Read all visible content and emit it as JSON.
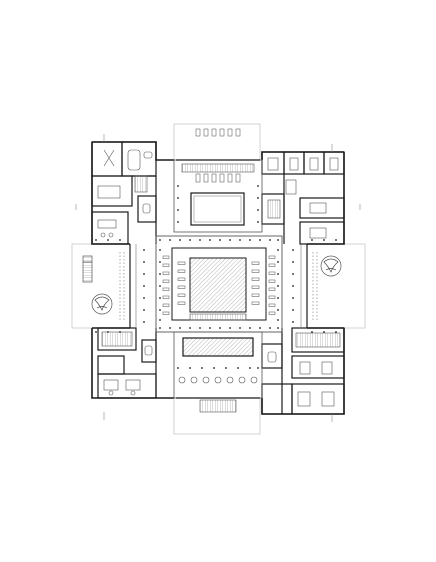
{
  "drawing": {
    "kind": "architectural floor plan",
    "colors": {
      "background": "#ffffff",
      "wall": "#1a1a1a",
      "line": "#555555",
      "light_line": "#9a9a9a",
      "hatch": "#8a8a8a",
      "wing_outline": "#c8c8c8"
    },
    "elements": {
      "pools": 3,
      "site_wings": 2,
      "planter_circles": 2
    }
  }
}
